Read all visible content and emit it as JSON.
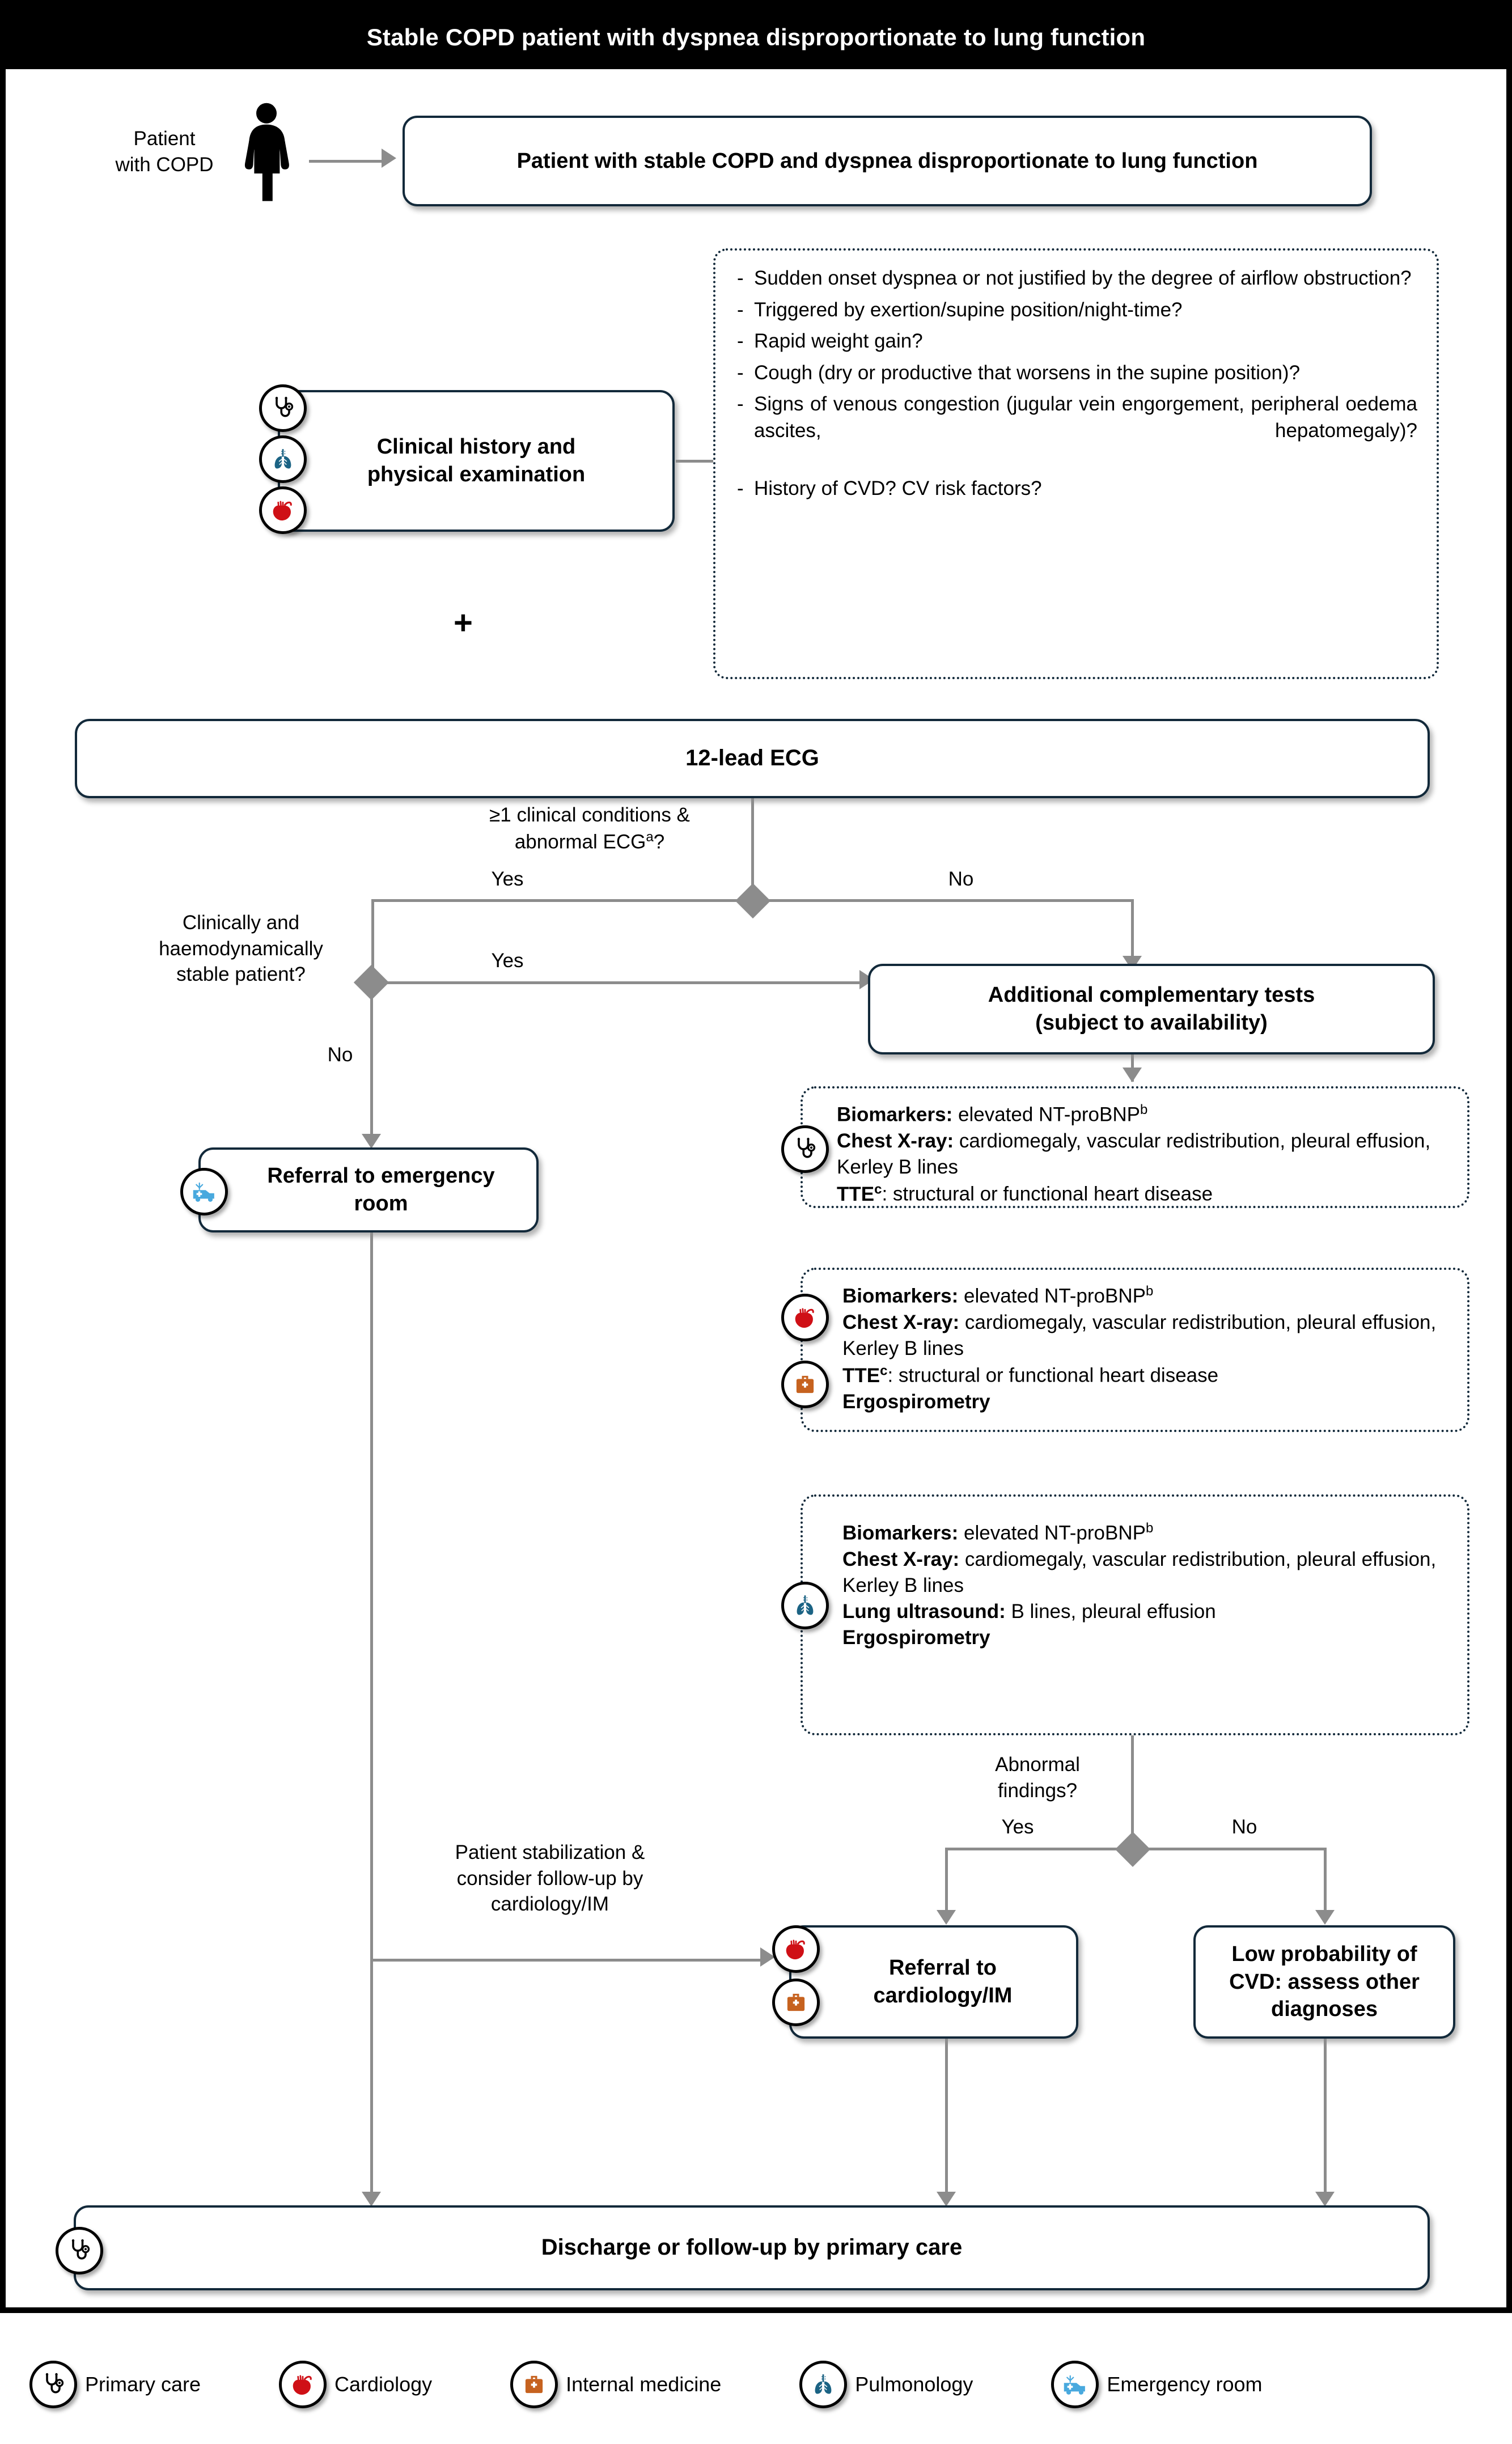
{
  "title": "Stable COPD patient with dyspnea disproportionate to lung function",
  "patient_label_line1": "Patient",
  "patient_label_line2": "with COPD",
  "nodes": {
    "entry": "Patient with stable COPD and dyspnea disproportionate to lung function",
    "clinical_history_line1": "Clinical history and",
    "clinical_history_line2": "physical examination",
    "plus": "+",
    "ecg": "12-lead ECG",
    "additional_tests_line1": "Additional complementary tests",
    "additional_tests_line2": "(subject to availability)",
    "referral_er_line1": "Referral to emergency",
    "referral_er_line2": "room",
    "referral_cardio_line1": "Referral to",
    "referral_cardio_line2": "cardiology/IM",
    "low_prob_line1": "Low probability of",
    "low_prob_line2": "CVD: assess other",
    "low_prob_line3": "diagnoses",
    "discharge": "Discharge or follow-up by primary care"
  },
  "questions": [
    "Sudden onset dyspnea or not justified by the degree of airflow obstruction?",
    "Triggered by exertion/supine position/night-time?",
    "Rapid weight gain?",
    "Cough (dry or productive that worsens in the supine position)?",
    "Signs of venous congestion (jugular vein engorgement, peripheral oedema ascites, hepatomegaly)?",
    "History of CVD? CV risk factors?"
  ],
  "test_boxes": [
    {
      "icons": [
        "stethoscope"
      ],
      "lines": [
        {
          "label": "Biomarkers:",
          "text": " elevated NT-proBNP",
          "sup": "b"
        },
        {
          "label": "Chest X-ray:",
          "text": " cardiomegaly, vascular redistribution, pleural effusion, Kerley B lines",
          "sup": ""
        },
        {
          "label": "TTE",
          "sup2": "c",
          "text": ": structural or functional heart disease",
          "sup": ""
        }
      ]
    },
    {
      "icons": [
        "heart",
        "briefcase"
      ],
      "lines": [
        {
          "label": "Biomarkers:",
          "text": " elevated NT-proBNP",
          "sup": "b"
        },
        {
          "label": "Chest X-ray:",
          "text": " cardiomegaly, vascular redistribution, pleural effusion, Kerley B lines",
          "sup": ""
        },
        {
          "label": "TTE",
          "sup2": "c",
          "text": ": structural or functional heart disease",
          "sup": ""
        },
        {
          "label": "Ergospirometry",
          "text": "",
          "sup": ""
        }
      ]
    },
    {
      "icons": [
        "lungs"
      ],
      "lines": [
        {
          "label": "Biomarkers:",
          "text": " elevated NT-proBNP",
          "sup": "b"
        },
        {
          "label": "Chest X-ray:",
          "text": " cardiomegaly, vascular redistribution, pleural effusion, Kerley B lines",
          "sup": ""
        },
        {
          "label": "Lung ultrasound:",
          "text": " B lines, pleural effusion",
          "sup": ""
        },
        {
          "label": "Ergospirometry",
          "text": "",
          "sup": ""
        }
      ]
    }
  ],
  "decisions": {
    "ecg_question_line1": "≥1 clinical conditions &",
    "ecg_question_line2": "abnormal ECG",
    "ecg_question_sup": "a",
    "ecg_question_mark": "?",
    "ecg_yes": "Yes",
    "ecg_no": "No",
    "stable_q_line1": "Clinically and",
    "stable_q_line2": "haemodynamically",
    "stable_q_line3": "stable patient?",
    "stable_yes": "Yes",
    "stable_no": "No",
    "abnormal_line1": "Abnormal",
    "abnormal_line2": "findings?",
    "abnormal_yes": "Yes",
    "abnormal_no": "No"
  },
  "edge_labels": {
    "stabilization_line1": "Patient stabilization &",
    "stabilization_line2": "consider follow-up by",
    "stabilization_line3": "cardiology/IM"
  },
  "legend": [
    {
      "icon": "stethoscope",
      "label": "Primary care"
    },
    {
      "icon": "heart",
      "label": "Cardiology"
    },
    {
      "icon": "briefcase",
      "label": "Internal medicine"
    },
    {
      "icon": "lungs",
      "label": "Pulmonology"
    },
    {
      "icon": "ambulance",
      "label": "Emergency room"
    }
  ],
  "colors": {
    "box_border": "#12293a",
    "connector": "#8c8c8c",
    "heart_red": "#cf1016",
    "lung_teal": "#1b6384",
    "briefcase_orange": "#c6621f",
    "ambulance_blue": "#49a9de",
    "title_bar": "#000000"
  }
}
